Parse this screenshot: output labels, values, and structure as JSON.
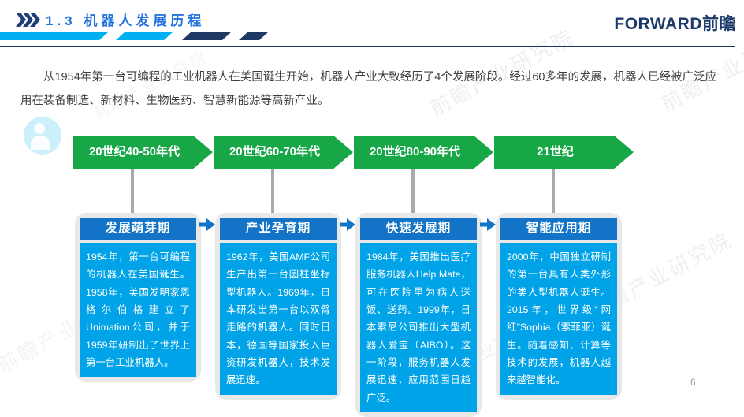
{
  "slide": {
    "title": "1.3 机器人发展历程",
    "logo": "FORWARD前瞻",
    "intro": "从1954年第一台可编程的工业机器人在美国诞生开始，机器人产业大致经历了4个发展阶段。经过60多年的发展，机器人已经被广泛应用在装备制造、新材料、生物医药、智慧新能源等高新产业。",
    "page_number": "6",
    "watermark": "前瞻产业研究院"
  },
  "stages": [
    {
      "era": "20世纪40-50年代",
      "phase": "发展萌芽期",
      "desc": "1954年，第一台可编程的机器人在美国诞生。1958年，美国发明家恩格尔伯格建立了Unimation公司，并于1959年研制出了世界上第一台工业机器人。"
    },
    {
      "era": "20世纪60-70年代",
      "phase": "产业孕育期",
      "desc": "1962年，美国AMF公司生产出第一台圆柱坐标型机器人。1969年，日本研发出第一台以双臂走路的机器人。同时日本，德国等国家投入巨资研发机器人，技术发展迅速。"
    },
    {
      "era": "20世纪80-90年代",
      "phase": "快速发展期",
      "desc": "1984年，美国推出医疗服务机器人Help Mate，可在医院里为病人送饭、送药。1999年，日本索尼公司推出大型机器人爱宝（AIBO）。这一阶段，服务机器人发展迅速，应用范围日趋广泛。"
    },
    {
      "era": "21世纪",
      "phase": "智能应用期",
      "desc": "2000年，中国独立研制的第一台具有人类外形的类人型机器人诞生。2015年，世界级“网红”Sophia（索菲亚）诞生。随着感知、计算等技术的发展，机器人越来越智能化。"
    }
  ],
  "colors": {
    "title_blue": "#2273DD",
    "navy": "#1F3864",
    "cyan_bar": "#00B0F0",
    "stage_green": "#17A746",
    "header_blue": "#1273C7",
    "body_cyan": "#00A3E8"
  }
}
